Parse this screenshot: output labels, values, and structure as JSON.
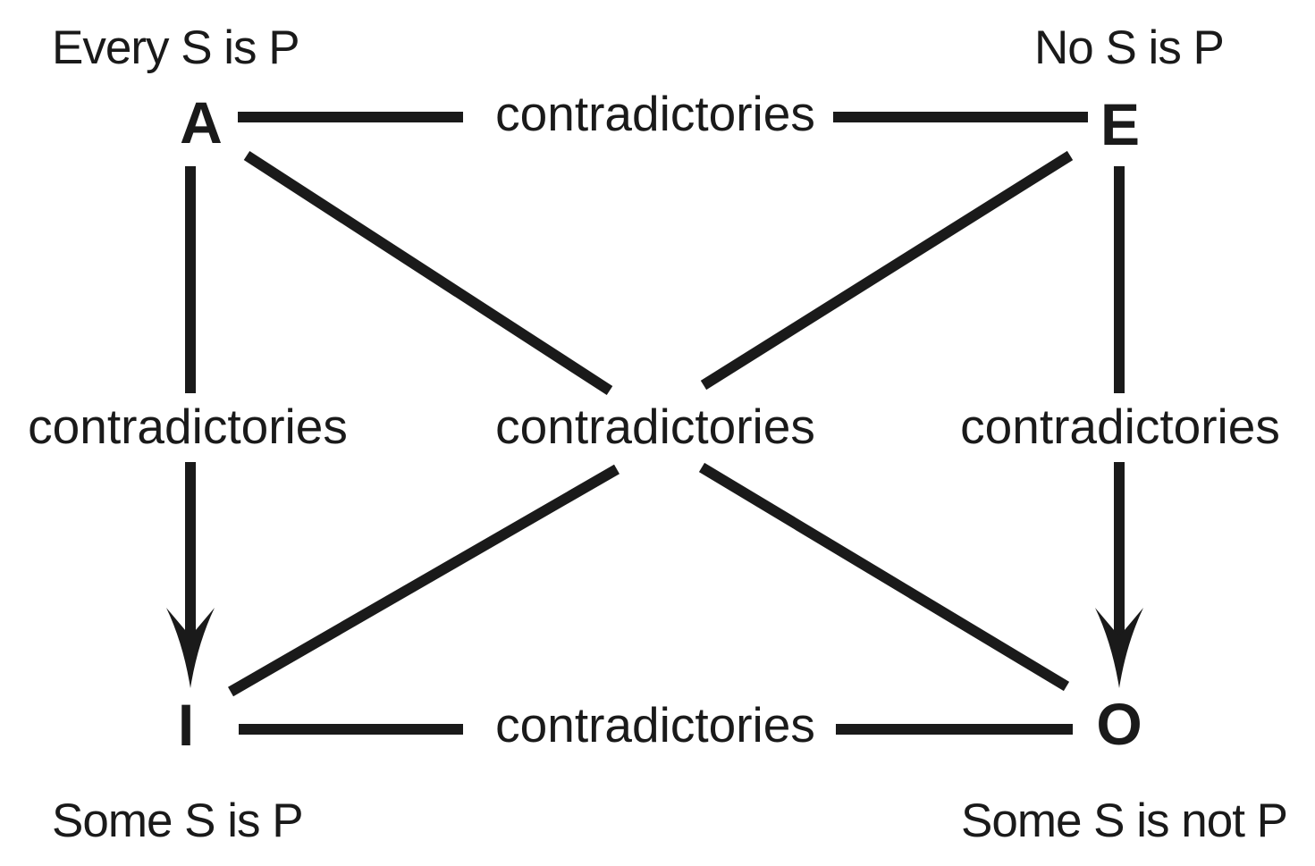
{
  "colors": {
    "ink": "#1a1a1a",
    "background": "#ffffff"
  },
  "nodes": {
    "A": {
      "letter": "A",
      "statement": "Every S is P"
    },
    "E": {
      "letter": "E",
      "statement": "No S is P"
    },
    "I": {
      "letter": "I",
      "statement": "Some S is P"
    },
    "O": {
      "letter": "O",
      "statement": "Some S is not P"
    }
  },
  "edges": {
    "A_E": {
      "from": "A",
      "to": "E",
      "label": "contradictories",
      "style": "plain-line"
    },
    "A_I": {
      "from": "A",
      "to": "I",
      "label": "contradictories",
      "style": "arrow-down"
    },
    "A_O": {
      "from": "A",
      "to": "O",
      "label": "contradictories",
      "style": "diagonal"
    },
    "E_I": {
      "from": "E",
      "to": "I",
      "label": "contradictories",
      "style": "diagonal"
    },
    "E_O": {
      "from": "E",
      "to": "O",
      "label": "contradictories",
      "style": "arrow-down"
    },
    "I_O": {
      "from": "I",
      "to": "O",
      "label": "contradictories",
      "style": "plain-line"
    }
  }
}
